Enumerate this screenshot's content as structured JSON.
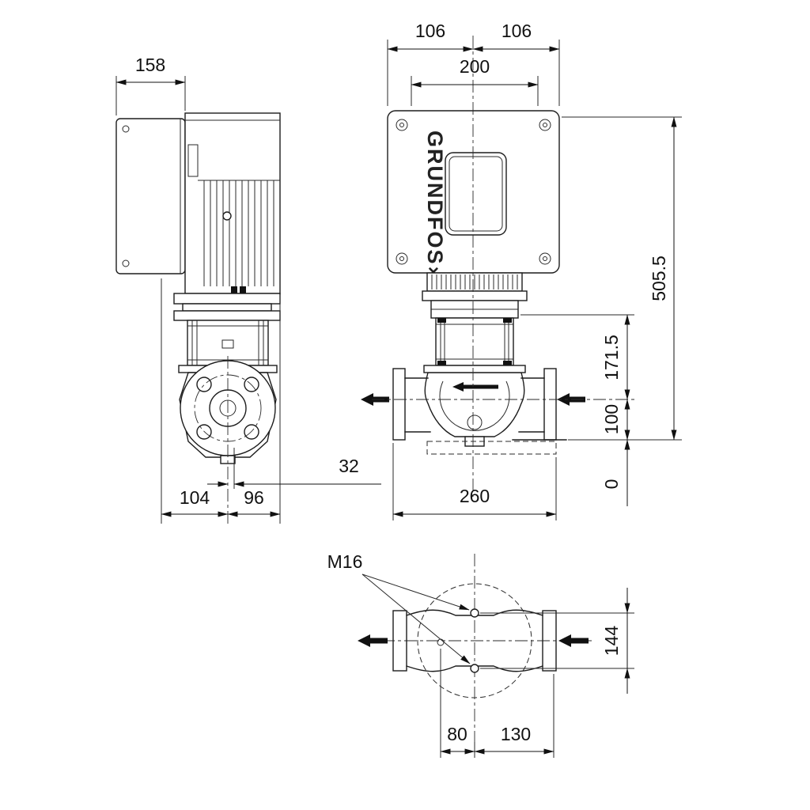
{
  "page": {
    "background": "#ffffff",
    "line_color": "#1d1d1d"
  },
  "brand": {
    "logo_text": "GRUNDFOS",
    "crest_glyph": "✕"
  },
  "side_view": {
    "dim_box_depth": "158",
    "dim_left_of_axis": "104",
    "dim_right_of_axis": "96",
    "dim_port_offset": "32"
  },
  "front_view": {
    "dim_half_left": "106",
    "dim_half_right": "106",
    "dim_motor_width": "200",
    "dim_port_to_port": "260"
  },
  "height_dims": {
    "dim_total_height": "505.5",
    "dim_head_height": "171.5",
    "dim_port_height": "100",
    "dim_base": "0"
  },
  "plan_view": {
    "bolt_thread_label": "M16",
    "dim_bolt_spacing": "144",
    "dim_hole_offset": "80",
    "dim_center_to_flange": "130"
  }
}
